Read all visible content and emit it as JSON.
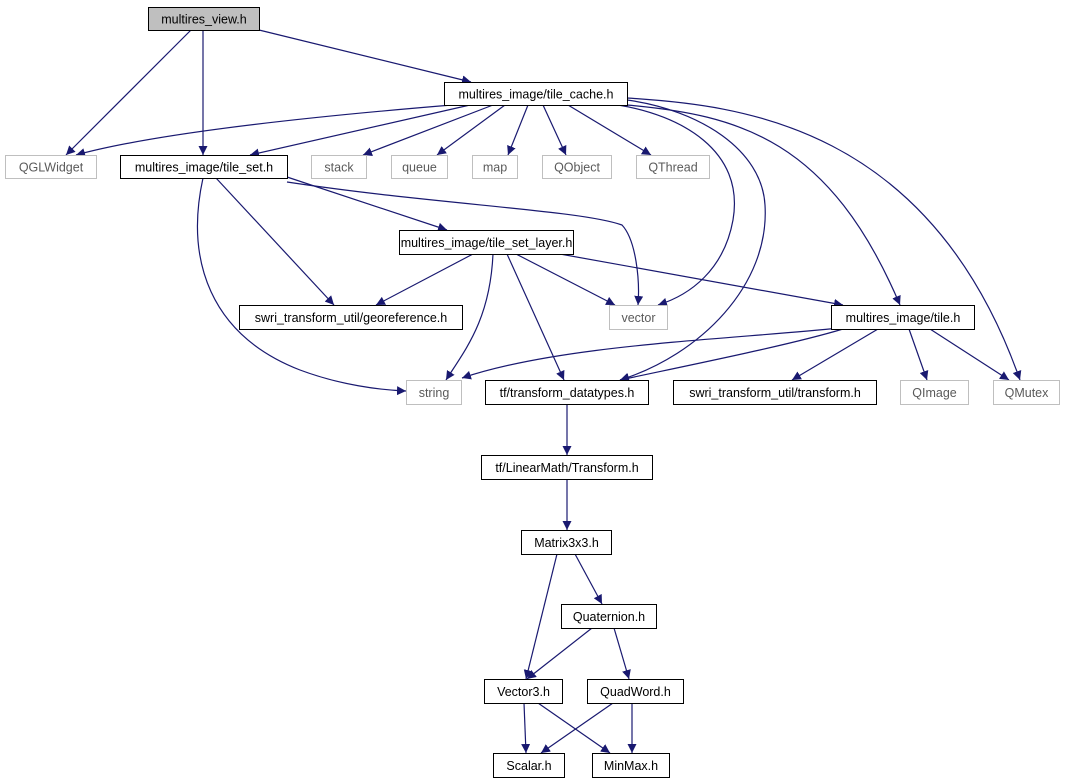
{
  "graph": {
    "colors": {
      "edge": "#191970",
      "node_border": "#000000",
      "external_border": "#bfbfbf",
      "external_text": "#5a5a5a",
      "root_fill": "#bfbfbf",
      "node_fill": "#ffffff",
      "text": "#000000"
    },
    "nodes": [
      {
        "id": "multires_view",
        "label": "multires_view.h",
        "kind": "root"
      },
      {
        "id": "tile_cache",
        "label": "multires_image/tile_cache.h",
        "kind": "internal"
      },
      {
        "id": "qglwidget",
        "label": "QGLWidget",
        "kind": "external"
      },
      {
        "id": "tile_set",
        "label": "multires_image/tile_set.h",
        "kind": "internal"
      },
      {
        "id": "stack",
        "label": "stack",
        "kind": "external"
      },
      {
        "id": "queue",
        "label": "queue",
        "kind": "external"
      },
      {
        "id": "map",
        "label": "map",
        "kind": "external"
      },
      {
        "id": "qobject",
        "label": "QObject",
        "kind": "external"
      },
      {
        "id": "qthread",
        "label": "QThread",
        "kind": "external"
      },
      {
        "id": "tile_set_layer",
        "label": "multires_image/tile_set_layer.h",
        "kind": "internal"
      },
      {
        "id": "georeference",
        "label": "swri_transform_util/georeference.h",
        "kind": "internal"
      },
      {
        "id": "vector",
        "label": "vector",
        "kind": "external"
      },
      {
        "id": "tile",
        "label": "multires_image/tile.h",
        "kind": "internal"
      },
      {
        "id": "string",
        "label": "string",
        "kind": "external"
      },
      {
        "id": "transform_datatypes",
        "label": "tf/transform_datatypes.h",
        "kind": "internal"
      },
      {
        "id": "swri_transform",
        "label": "swri_transform_util/transform.h",
        "kind": "internal"
      },
      {
        "id": "qimage",
        "label": "QImage",
        "kind": "external"
      },
      {
        "id": "qmutex",
        "label": "QMutex",
        "kind": "external"
      },
      {
        "id": "linearmath_transform",
        "label": "tf/LinearMath/Transform.h",
        "kind": "internal"
      },
      {
        "id": "matrix3x3",
        "label": "Matrix3x3.h",
        "kind": "internal"
      },
      {
        "id": "quaternion",
        "label": "Quaternion.h",
        "kind": "internal"
      },
      {
        "id": "vector3",
        "label": "Vector3.h",
        "kind": "internal"
      },
      {
        "id": "quadword",
        "label": "QuadWord.h",
        "kind": "internal"
      },
      {
        "id": "scalar",
        "label": "Scalar.h",
        "kind": "internal"
      },
      {
        "id": "minmax",
        "label": "MinMax.h",
        "kind": "internal"
      }
    ],
    "edges": [
      [
        "multires_view",
        "tile_cache"
      ],
      [
        "multires_view",
        "qglwidget"
      ],
      [
        "multires_view",
        "tile_set"
      ],
      [
        "tile_cache",
        "qglwidget"
      ],
      [
        "tile_cache",
        "tile_set"
      ],
      [
        "tile_cache",
        "stack"
      ],
      [
        "tile_cache",
        "queue"
      ],
      [
        "tile_cache",
        "map"
      ],
      [
        "tile_cache",
        "qobject"
      ],
      [
        "tile_cache",
        "qthread"
      ],
      [
        "tile_cache",
        "vector"
      ],
      [
        "tile_cache",
        "tile"
      ],
      [
        "tile_cache",
        "transform_datatypes"
      ],
      [
        "tile_cache",
        "qmutex"
      ],
      [
        "tile_set",
        "tile_set_layer"
      ],
      [
        "tile_set",
        "georeference"
      ],
      [
        "tile_set",
        "vector"
      ],
      [
        "tile_set",
        "string"
      ],
      [
        "tile_set_layer",
        "georeference"
      ],
      [
        "tile_set_layer",
        "vector"
      ],
      [
        "tile_set_layer",
        "tile"
      ],
      [
        "tile_set_layer",
        "string"
      ],
      [
        "tile_set_layer",
        "transform_datatypes"
      ],
      [
        "tile",
        "string"
      ],
      [
        "tile",
        "transform_datatypes"
      ],
      [
        "tile",
        "swri_transform"
      ],
      [
        "tile",
        "qimage"
      ],
      [
        "tile",
        "qmutex"
      ],
      [
        "transform_datatypes",
        "linearmath_transform"
      ],
      [
        "linearmath_transform",
        "matrix3x3"
      ],
      [
        "matrix3x3",
        "quaternion"
      ],
      [
        "matrix3x3",
        "vector3"
      ],
      [
        "quaternion",
        "vector3"
      ],
      [
        "quaternion",
        "quadword"
      ],
      [
        "vector3",
        "scalar"
      ],
      [
        "vector3",
        "minmax"
      ],
      [
        "quadword",
        "scalar"
      ],
      [
        "quadword",
        "minmax"
      ]
    ]
  }
}
